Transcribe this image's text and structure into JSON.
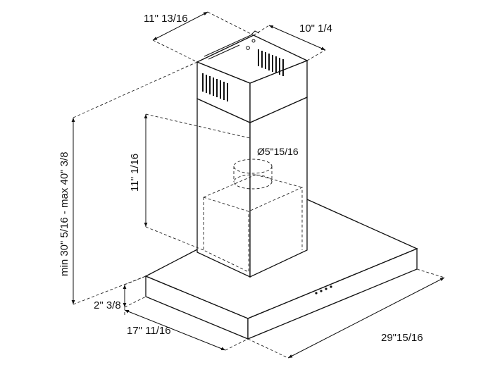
{
  "dimensions": {
    "chimney_width": "11\" 13/16",
    "chimney_depth": "10\" 1/4",
    "duct_diameter": "Ø5\"15/16",
    "inner_height": "11\" 1/16",
    "total_height": "min 30\" 5/16 - max 40\" 3/8",
    "canopy_height": "2\" 3/8",
    "canopy_depth": "17\" 11/16",
    "canopy_width": "29\"15/16"
  },
  "colors": {
    "line": "#111111",
    "background": "#ffffff"
  }
}
